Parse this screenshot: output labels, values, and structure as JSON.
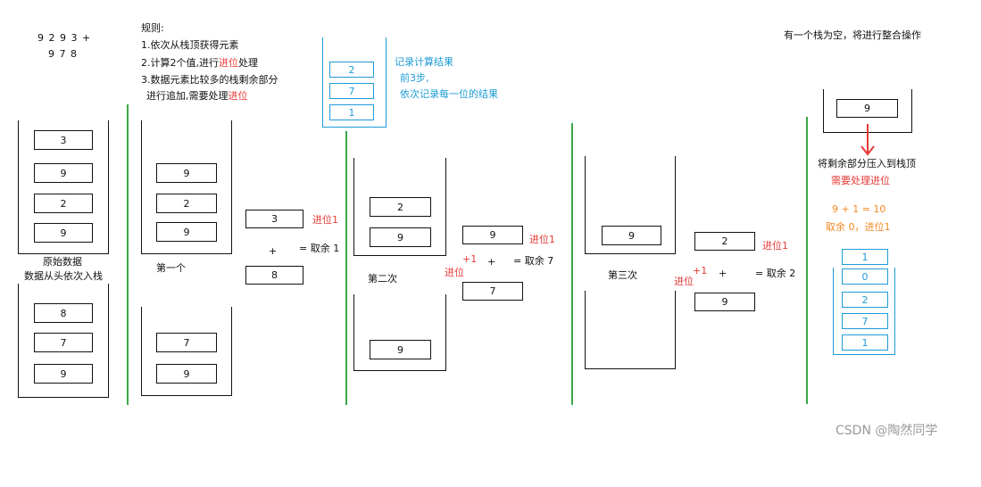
{
  "header": {
    "number_a": "9 2 9 3 +",
    "number_b": "9 7 8",
    "rules_title": "规则:",
    "rule1": "1.依次从栈顶获得元素",
    "rule2_pre": "2.计算2个值,进行",
    "rule2_red": "进位",
    "rule2_post": "处理",
    "rule3": "3.数据元素比较多的栈剩余部分",
    "rule3b_pre": "进行追加,需要处理",
    "rule3b_red": "进位"
  },
  "result_stack": {
    "values": [
      "2",
      "7",
      "1"
    ],
    "note1": "记录计算结果",
    "note2": "前3步,",
    "note3": "依次记录每一位的结果"
  },
  "original": {
    "stack1": [
      "3",
      "9",
      "2",
      "9"
    ],
    "caption1": "原始数据",
    "caption2": "数据从头依次入栈",
    "stack2": [
      "8",
      "7",
      "9"
    ]
  },
  "step1": {
    "label": "第一个",
    "stack1": [
      "9",
      "2",
      "9"
    ],
    "stack2": [
      "7",
      "9"
    ],
    "top": "3",
    "bottom": "8",
    "plus": "+",
    "carry_label": "进位1",
    "result": "= 取余 1"
  },
  "step2": {
    "label": "第二次",
    "stack1": [
      "2",
      "9"
    ],
    "stack2": [
      "9"
    ],
    "top": "9",
    "bottom": "7",
    "plus": "+",
    "carry_in": "+1",
    "carry_in_label": "进位",
    "carry_label": "进位1",
    "result": "= 取余 7"
  },
  "step3": {
    "label": "第三次",
    "stack1": [
      "9"
    ],
    "top": "2",
    "bottom": "9",
    "plus": "+",
    "carry_in": "+1",
    "carry_in_label": "进位",
    "carry_label": "进位1",
    "result": "= 取余 2"
  },
  "final": {
    "note_top": "有一个栈为空，将进行整合操作",
    "remain": "9",
    "push_note": "将剩余部分压入到栈顶",
    "carry_need": "需要处理进位",
    "calc": "9 + 1 = 10",
    "calc2": "取余 0，进位1",
    "values": [
      "1",
      "0",
      "2",
      "7",
      "1"
    ]
  },
  "watermark": "CSDN @陶然同学"
}
